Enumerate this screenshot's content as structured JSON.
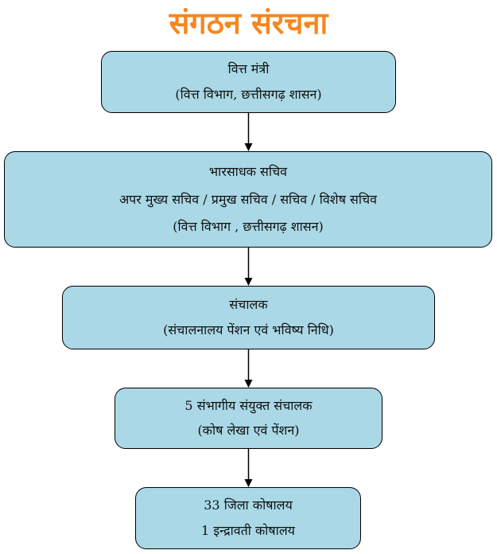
{
  "title": "संगठन संरचना",
  "boxes": [
    {
      "lines": [
        "वित्त मंत्री",
        "(वित्त विभाग, छत्तीसगढ़ शासन)"
      ]
    },
    {
      "lines": [
        "भारसाधक सचिव",
        "अपर मुख्य सचिव / प्रमुख सचिव / सचिव / विशेष सचिव",
        "(वित्त विभाग , छत्तीसगढ़ शासन)"
      ]
    },
    {
      "lines": [
        "संचालक",
        "(संचालनालय पेंशन एवं भविष्य निधि)"
      ]
    },
    {
      "lines": [
        "5 संभागीय संयुक्त संचालक",
        "(कोष लेखा एवं पेंशन)"
      ]
    },
    {
      "lines": [
        "33 जिला कोषालय",
        "1 इन्द्रावती कोषालय"
      ]
    }
  ],
  "colors": {
    "title": "#f7861e",
    "box_fill": "#aad8e6",
    "border": "#000000"
  }
}
